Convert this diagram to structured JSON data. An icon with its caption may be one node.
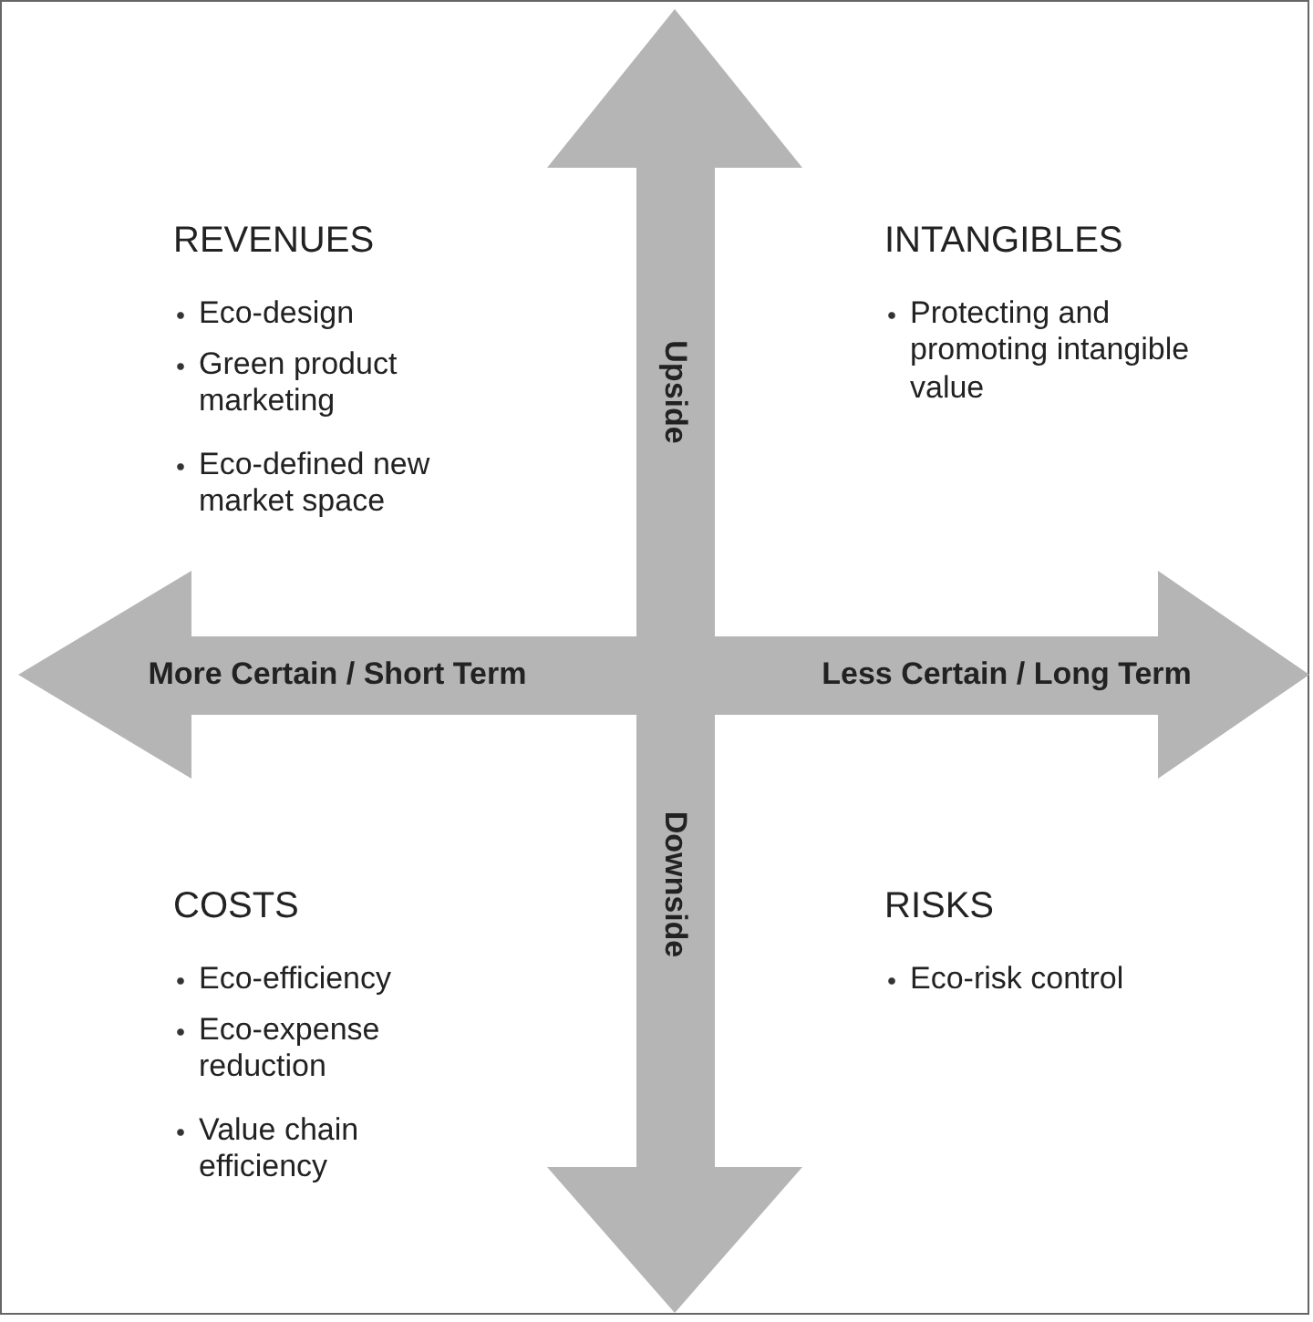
{
  "diagram": {
    "labels": [
      "REVENUES",
      "INTANGIBLES",
      "Eco-design",
      "Protecting and promoting intangible value",
      "Green product marketing",
      "Eco-defined new market space",
      "Upside",
      "More Certain / Short Term",
      "Less Certain / Long Term",
      "Downside",
      "COSTS",
      "RISKS",
      "Eco-efficiency",
      "Eco-risk control",
      "Eco-expense reduction",
      "Value chain efficiency"
    ]
  }
}
